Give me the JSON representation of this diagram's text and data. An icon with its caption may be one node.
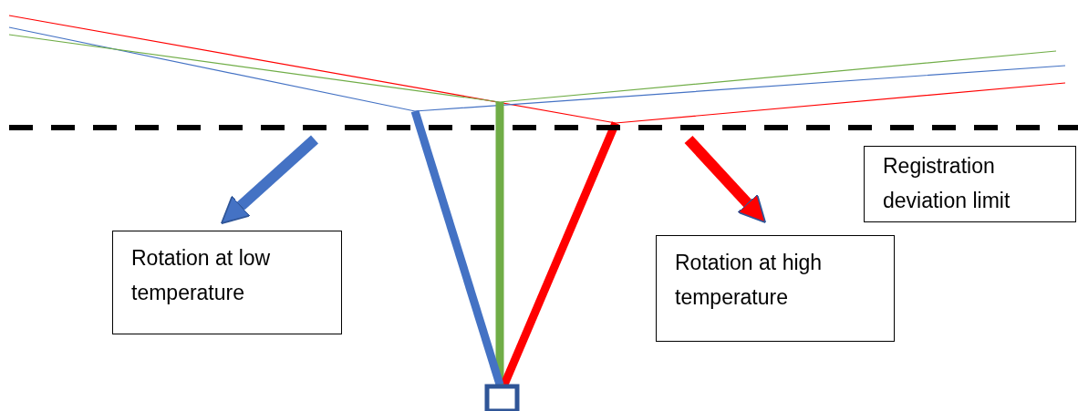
{
  "diagram": {
    "nodes": [
      {
        "text": [
          "Rotation at low temperature"
        ]
      },
      {
        "text": [
          "Rotation at high temperature"
        ]
      },
      {
        "text": [
          "Registration deviation limit"
        ]
      }
    ],
    "edges": [
      {
        "from": null,
        "to": 0,
        "arrow": "to",
        "color": "#4472c4"
      },
      {
        "from": null,
        "to": 1,
        "arrow": "to",
        "color": "#ff0000"
      }
    ]
  }
}
